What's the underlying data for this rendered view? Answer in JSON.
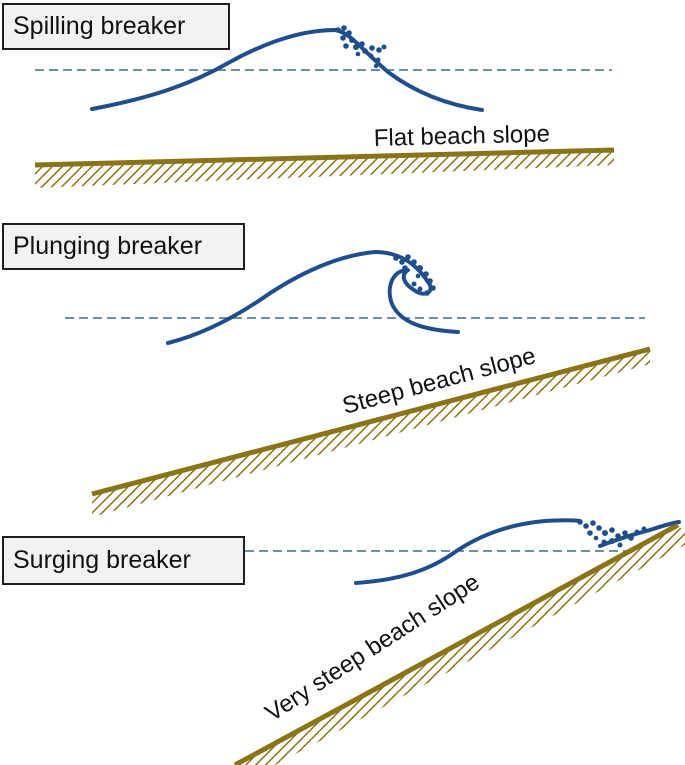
{
  "panels": [
    {
      "breaker_label": "Spilling breaker",
      "slope_label": "Flat beach slope"
    },
    {
      "breaker_label": "Plunging breaker",
      "slope_label": "Steep beach slope"
    },
    {
      "breaker_label": "Surging breaker",
      "slope_label": "Very steep beach slope"
    }
  ],
  "colors": {
    "wave": "#1f4e8c",
    "still_water_line": "#3e6c8a",
    "beach": "#8b7417",
    "label_box_fill": "#f2f2f2",
    "label_box_border": "#1f1f1f"
  }
}
